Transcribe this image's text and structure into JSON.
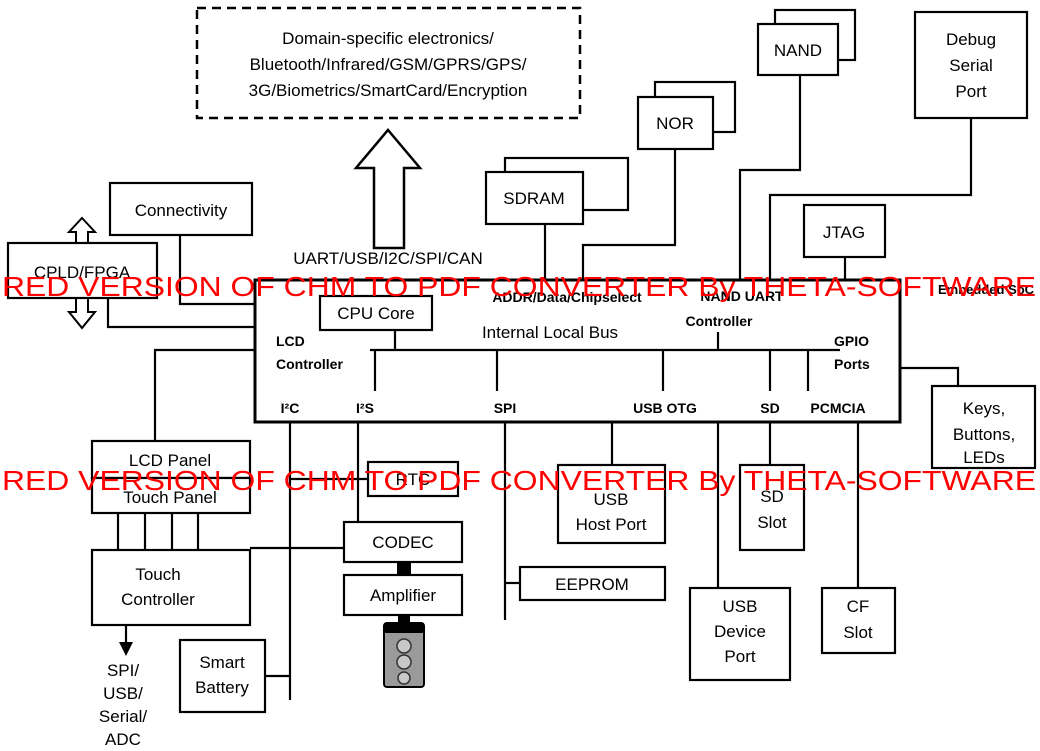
{
  "diagram": {
    "domain_box": [
      "Domain-specific electronics/",
      "Bluetooth/Infrared/GSM/GPRS/GPS/",
      "3G/Biometrics/SmartCard/Encryption"
    ],
    "bus_label": "UART/USB/I2C/SPI/CAN",
    "nand": "NAND",
    "debug": [
      "Debug",
      "Serial",
      "Port"
    ],
    "nor": "NOR",
    "sdram": "SDRAM",
    "connectivity": "Connectivity",
    "jtag": "JTAG",
    "cpld": "CPLD/FPGA",
    "soc": {
      "label": "Embedded SoC",
      "cpu_core": "CPU Core",
      "addr": "ADDR/Data/Chipselect",
      "nand_uart": "NAND UART",
      "controller": "Controller",
      "internal_bus": "Internal Local Bus",
      "lcd_controller": [
        "LCD",
        "Controller"
      ],
      "gpio": [
        "GPIO",
        "Ports"
      ],
      "ports": [
        "I²C",
        "I²S",
        "SPI",
        "USB OTG",
        "SD",
        "PCMCIA"
      ]
    },
    "lcd_panel": "LCD Panel",
    "touch_panel": "Touch Panel",
    "touch_controller": [
      "Touch",
      "Controller"
    ],
    "touch_outputs": [
      "SPI/",
      "USB/",
      "Serial/",
      "ADC"
    ],
    "smart_battery": [
      "Smart",
      "Battery"
    ],
    "rtc": "RTC",
    "codec": "CODEC",
    "amplifier": "Amplifier",
    "eeprom": "EEPROM",
    "usb_host": [
      "USB",
      "Host Port"
    ],
    "sd_slot": [
      "SD",
      "Slot"
    ],
    "usb_device": [
      "USB",
      "Device",
      "Port"
    ],
    "cf_slot": [
      "CF",
      "Slot"
    ],
    "keys": [
      "Keys,",
      "Buttons,",
      "LEDs"
    ]
  },
  "watermark": "RED VERSION OF CHM TO PDF CONVERTER By THETA-SOFTWARE",
  "colors": {
    "line": "#000000",
    "watermark": "#ff0000",
    "speaker_body": "#9a9a9a"
  }
}
